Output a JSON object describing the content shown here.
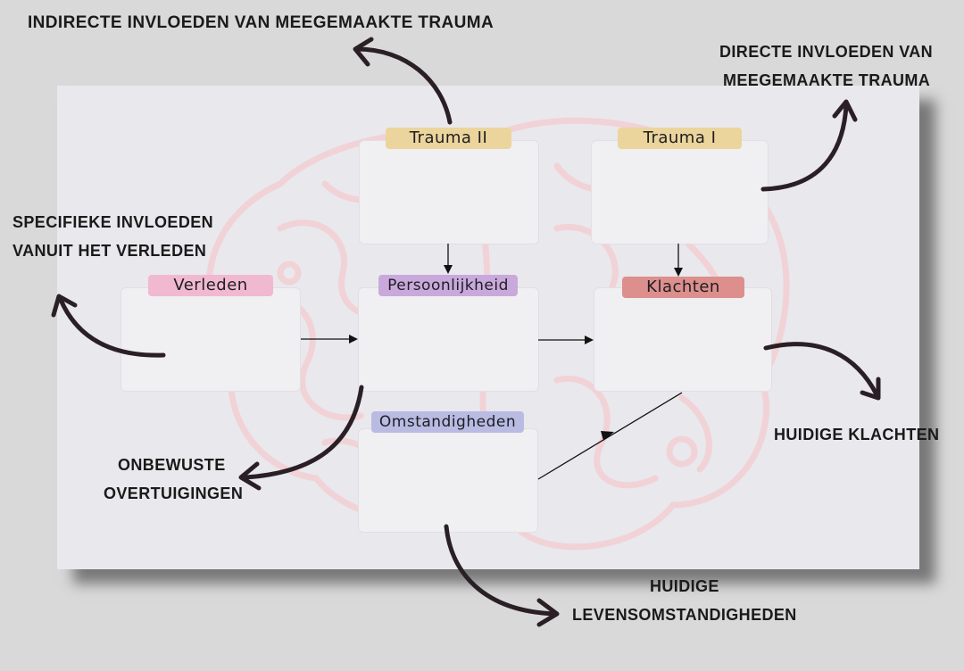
{
  "boxes": {
    "trauma2": {
      "label": "Trauma II",
      "color": "#ebd59c"
    },
    "trauma1": {
      "label": "Trauma I",
      "color": "#ebd59c"
    },
    "verleden": {
      "label": "Verleden",
      "color": "#f1b9d0"
    },
    "persoonlijkheid": {
      "label": "Persoonlijkheid",
      "color": "#c9a9dc"
    },
    "klachten": {
      "label": "Klachten",
      "color": "#dc8f8d"
    },
    "omstandigheden": {
      "label": "Omstandigheden",
      "color": "#b9bbe3"
    }
  },
  "notes": {
    "indirect": "INDIRECTE INVLOEDEN VAN MEEGEMAAKTE TRAUMA",
    "direct_1": "DIRECTE INVLOEDEN VAN",
    "direct_2": "MEEGEMAAKTE TRAUMA",
    "specifiek_1": "SPECIFIEKE INVLOEDEN",
    "specifiek_2": "VANUIT HET VERLEDEN",
    "onbewust_1": "ONBEWUSTE",
    "onbewust_2": "OVERTUIGINGEN",
    "klachten": "HUIDIGE KLACHTEN",
    "leven_1": "HUIDIGE",
    "leven_2": "LEVENSOMSTANDIGHEDEN"
  },
  "colors": {
    "background": "#d9d9da",
    "board": "#e9e8ec",
    "arrow": "#2b1f26",
    "brain_watermark": "#f2c9cf"
  }
}
